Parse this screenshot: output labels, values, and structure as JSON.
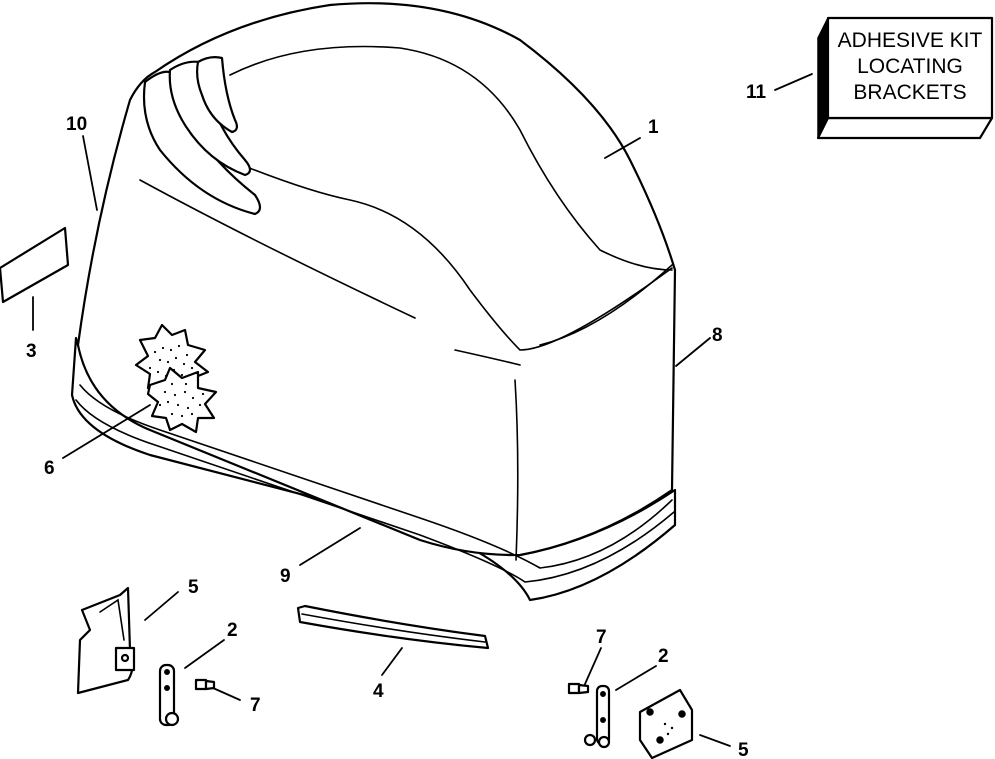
{
  "callouts": {
    "c1": "1",
    "c2a": "2",
    "c2b": "2",
    "c3": "3",
    "c4": "4",
    "c5a": "5",
    "c5b": "5",
    "c6": "6",
    "c7a": "7",
    "c7b": "7",
    "c8": "8",
    "c9": "9",
    "c10": "10",
    "c11": "11"
  },
  "kit_box": {
    "line1": "ADHESIVE KIT",
    "line2": "LOCATING",
    "line3": "BRACKETS"
  }
}
